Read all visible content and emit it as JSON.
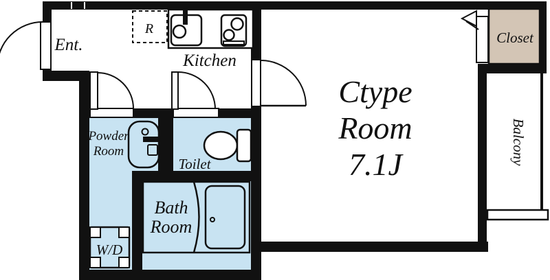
{
  "colors": {
    "wall": "#111111",
    "wet_area": "#c8e3f2",
    "closet_fill": "#d3c5b5",
    "background": "#ffffff"
  },
  "rooms": {
    "entrance": {
      "label": "Ent."
    },
    "kitchen": {
      "label": "Kitchen"
    },
    "refrigerator": {
      "label": "R"
    },
    "main_room": {
      "lines": [
        "Ctype",
        "Room",
        "7.1J"
      ]
    },
    "closet": {
      "label": "Closet"
    },
    "balcony": {
      "label": "Balcony"
    },
    "powder_room": {
      "lines": [
        "Powder",
        "Room"
      ]
    },
    "toilet": {
      "label": "Toilet"
    },
    "bath_room": {
      "lines": [
        "Bath",
        "Room"
      ]
    },
    "washer_dryer": {
      "label": "W/D"
    }
  }
}
